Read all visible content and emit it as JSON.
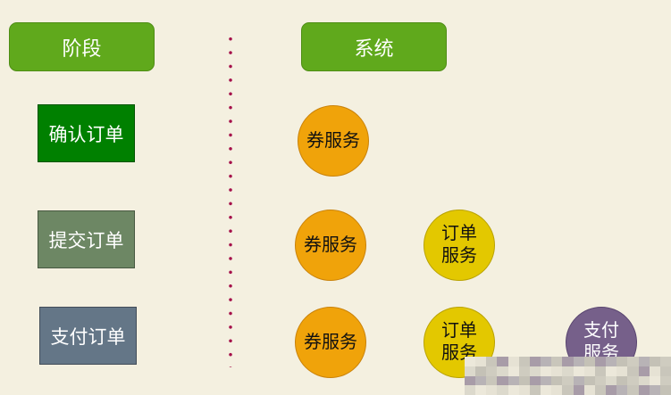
{
  "headers": {
    "stage": "阶段",
    "system": "系统"
  },
  "stages": [
    {
      "label": "确认订单",
      "color": "#008000"
    },
    {
      "label": "提交订单",
      "color": "#6d8764"
    },
    {
      "label": "支付订单",
      "color": "#647687"
    }
  ],
  "services": {
    "coupon": "券服务",
    "order_line1": "订单",
    "order_line2": "服务",
    "pay_line1": "支付",
    "pay_line2": "服务"
  },
  "colors": {
    "header": "#60a91c",
    "coupon": "#f0a30a",
    "order": "#e3c800",
    "pay": "#76608a",
    "divider": "#a5104a",
    "background": "#f4f0e0"
  }
}
